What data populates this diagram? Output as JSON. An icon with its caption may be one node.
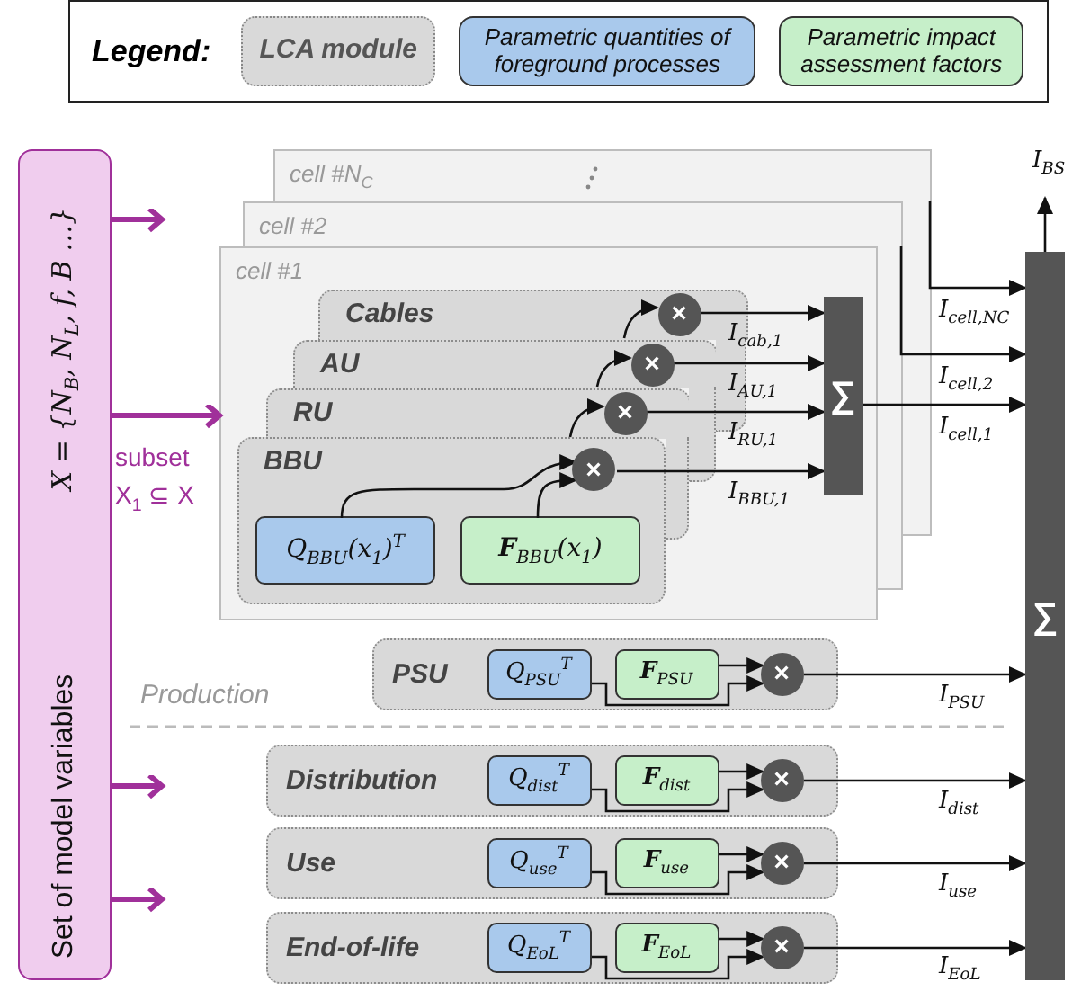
{
  "diagram": {
    "nodes": [
      {
        "text": [
          "X = {N$_{B}$, N$_{L}$, f, B …}",
          "Set of model variables"
        ]
      },
      {
        "text": [
          "cell #N$_{C}$"
        ]
      },
      {
        "text": [
          "cell #2"
        ]
      },
      {
        "text": [
          "cell #1"
        ]
      },
      {
        "text": [
          "Cables"
        ],
        "in": 3
      },
      {
        "text": [
          "AU"
        ],
        "in": 3
      },
      {
        "text": [
          "RU"
        ],
        "in": 3
      },
      {
        "text": [
          "BBU"
        ],
        "in": 3
      },
      {
        "text": [
          "Q$_{BBU}$(x$_{1}$)$^{T}$"
        ],
        "in": 7
      },
      {
        "text": [
          "**F**$_{BBU}$(x$_{1}$)"
        ],
        "in": 7
      },
      {
        "text": [
          "×"
        ],
        "in": 4
      },
      {
        "text": [
          "×"
        ],
        "in": 5
      },
      {
        "text": [
          "×"
        ],
        "in": 6
      },
      {
        "text": [
          "×"
        ],
        "in": 7
      },
      {
        "text": [
          "∑"
        ],
        "in": 3
      },
      {
        "text": [
          "∑"
        ]
      },
      {
        "text": [
          "PSU"
        ]
      },
      {
        "text": [
          "Q$_{PSU}$$^{T}$"
        ],
        "in": 16
      },
      {
        "text": [
          "**F**$_{PSU}$"
        ],
        "in": 16
      },
      {
        "text": [
          "×"
        ],
        "in": 16
      },
      {
        "text": [
          "Distribution"
        ]
      },
      {
        "text": [
          "Q$_{dist}$$^{T}$"
        ],
        "in": 20
      },
      {
        "text": [
          "**F**$_{dist}$"
        ],
        "in": 20
      },
      {
        "text": [
          "×"
        ],
        "in": 20
      },
      {
        "text": [
          "Use"
        ]
      },
      {
        "text": [
          "Q$_{use}$$^{T}$"
        ],
        "in": 24
      },
      {
        "text": [
          "**F**$_{use}$"
        ],
        "in": 24
      },
      {
        "text": [
          "×"
        ],
        "in": 24
      },
      {
        "text": [
          "End-of-life"
        ]
      },
      {
        "text": [
          "Q$_{EoL}$$^{T}$"
        ],
        "in": 28
      },
      {
        "text": [
          "**F**$_{EoL}$"
        ],
        "in": 28
      },
      {
        "text": [
          "×"
        ],
        "in": 28
      }
    ],
    "edges": [
      {
        "from": 0,
        "to": null,
        "arrow": "to",
        "style": "thick",
        "color": "#a0309a"
      },
      {
        "from": 0,
        "to": 3,
        "arrow": "to",
        "label": "subset X$_{1}$ ⊆ X",
        "style": "thick",
        "color": "#a0309a"
      },
      {
        "from": 0,
        "to": null,
        "arrow": "to",
        "style": "thick",
        "color": "#a0309a"
      },
      {
        "from": 0,
        "to": null,
        "arrow": "to",
        "style": "thick",
        "color": "#a0309a"
      },
      {
        "from": 4,
        "to": 10,
        "arrow": "to"
      },
      {
        "from": 5,
        "to": 11,
        "arrow": "to"
      },
      {
        "from": 6,
        "to": 12,
        "arrow": "to"
      },
      {
        "from": 8,
        "to": 13,
        "arrow": "to"
      },
      {
        "from": 9,
        "to": 13,
        "arrow": "to"
      },
      {
        "from": 10,
        "to": 14,
        "arrow": "to",
        "label": "I$_{cab,1}$"
      },
      {
        "from": 11,
        "to": 14,
        "arrow": "to",
        "label": "I$_{AU,1}$"
      },
      {
        "from": 12,
        "to": 14,
        "arrow": "to",
        "label": "I$_{RU,1}$"
      },
      {
        "from": 13,
        "to": 14,
        "arrow": "to",
        "label": "I$_{BBU,1}$"
      },
      {
        "from": 14,
        "to": 15,
        "arrow": "to",
        "label": "I$_{cell,1}$"
      },
      {
        "from": 2,
        "to": 15,
        "arrow": "to",
        "label": "I$_{cell,2}$"
      },
      {
        "from": 1,
        "to": 15,
        "arrow": "to",
        "label": "I$_{cell,N}$$_{C}$"
      },
      {
        "from": 17,
        "to": 19,
        "arrow": "to"
      },
      {
        "from": 18,
        "to": 19,
        "arrow": "to"
      },
      {
        "from": 19,
        "to": 15,
        "arrow": "to",
        "label": "I$_{PSU}$"
      },
      {
        "from": 21,
        "to": 23,
        "arrow": "to"
      },
      {
        "from": 22,
        "to": 23,
        "arrow": "to"
      },
      {
        "from": 23,
        "to": 15,
        "arrow": "to",
        "label": "I$_{dist}$"
      },
      {
        "from": 25,
        "to": 27,
        "arrow": "to"
      },
      {
        "from": 26,
        "to": 27,
        "arrow": "to"
      },
      {
        "from": 27,
        "to": 15,
        "arrow": "to",
        "label": "I$_{use}$"
      },
      {
        "from": 29,
        "to": 31,
        "arrow": "to"
      },
      {
        "from": 30,
        "to": 31,
        "arrow": "to"
      },
      {
        "from": 31,
        "to": 15,
        "arrow": "to",
        "label": "I$_{EoL}$"
      },
      {
        "from": 15,
        "to": null,
        "arrow": "to",
        "label": "I$_{BS}$"
      }
    ],
    "labels": [
      "Legend:",
      "Production"
    ],
    "legend": [
      {
        "text": "LCA module",
        "color": "#d9d9d9"
      },
      {
        "text": "Parametric quantities of foreground processes",
        "color": "#a9c9ec"
      },
      {
        "text": "Parametric impact assessment factors",
        "color": "#c6efc9"
      }
    ]
  }
}
